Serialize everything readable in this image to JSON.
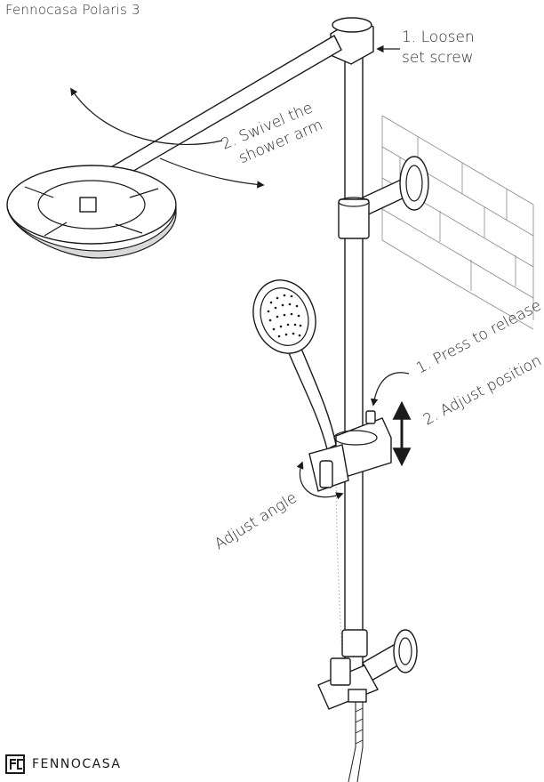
{
  "header": {
    "title": "Fennocasa Polaris 3"
  },
  "annotations": {
    "loosen_line1": "1. Loosen",
    "loosen_line2": "set screw",
    "swivel_line1": "2. Swivel the",
    "swivel_line2": "shower arm",
    "press": "1. Press to release",
    "adjust_position": "2. Adjust position",
    "adjust_angle": "Adjust angle"
  },
  "brand": {
    "name": "FENNOCASA"
  }
}
